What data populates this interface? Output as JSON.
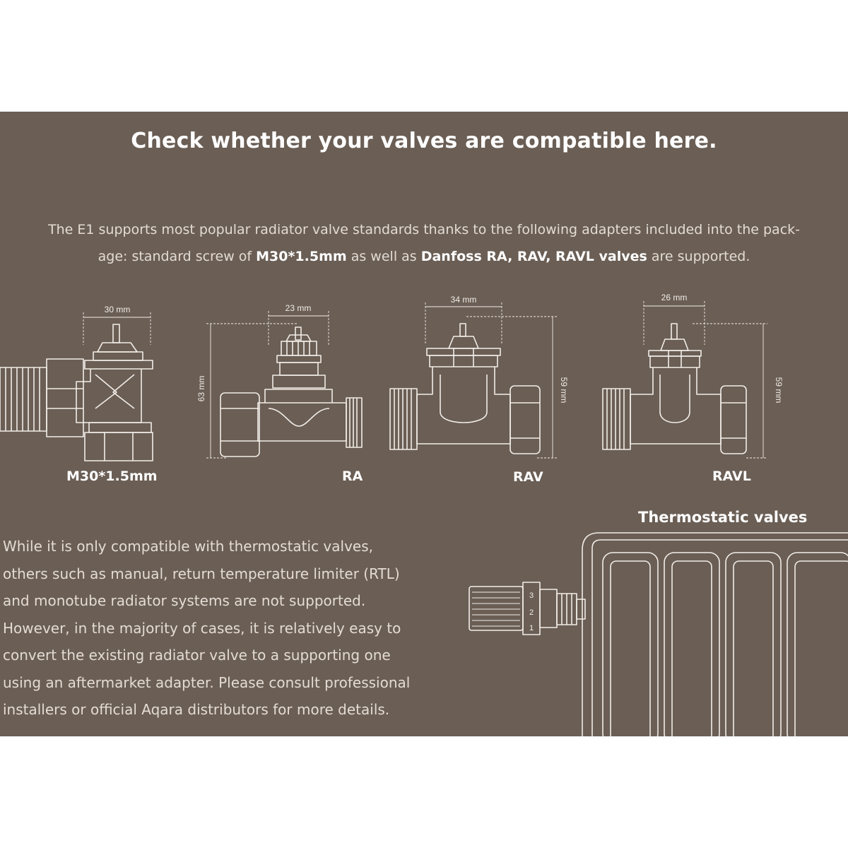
{
  "headline": "Check whether your valves are compatible here.",
  "intro": {
    "line1": "The E1 supports most popular radiator valve standards thanks to the following adapters included into the pack-",
    "line2_pre": "age: standard screw of ",
    "line2_bold1": "M30*1.5mm",
    "line2_mid": " as well as ",
    "line2_bold2": "Danfoss RA, RAV, RAVL valves",
    "line2_post": " are supported."
  },
  "valves": [
    {
      "label": "M30*1.5mm",
      "width_dim": "30 mm"
    },
    {
      "label": "RA",
      "width_dim": "23 mm",
      "height_dim": "63 mm"
    },
    {
      "label": "RAV",
      "width_dim": "34 mm",
      "height_dim": "59 mm"
    },
    {
      "label": "RAVL",
      "width_dim": "26 mm",
      "height_dim": "59 mm"
    }
  ],
  "thermostatic": {
    "title": "Thermostatic valves",
    "scale_marks": [
      "1",
      "2",
      "3"
    ]
  },
  "body_lines": [
    "While it is only compatible with thermostatic valves,",
    "others such as manual, return temperature limiter (RTL)",
    "and monotube radiator systems are not supported.",
    "However, in the majority of cases, it is relatively easy to",
    "convert the existing radiator valve to a supporting one",
    "using an aftermarket adapter. Please consult professional",
    "installers or official Aqara distributors for more details."
  ],
  "colors": {
    "panel": "#6a5e55",
    "line": "#f2ede8",
    "text": "#e4dcd4"
  }
}
